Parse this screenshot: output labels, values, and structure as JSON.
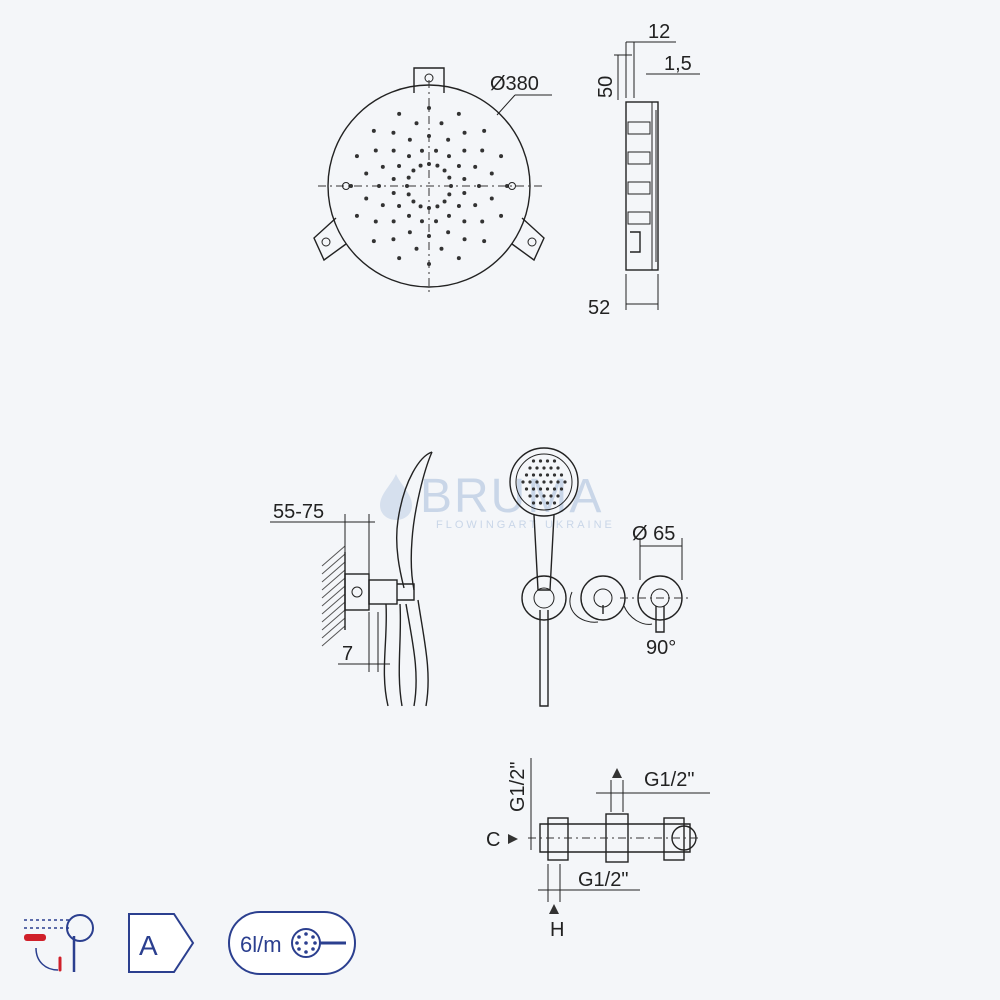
{
  "colors": {
    "background": "#f4f6f9",
    "line": "#222222",
    "badge_blue": "#2b3f8f",
    "badge_red": "#d0202a",
    "watermark": "#c9d6e8"
  },
  "watermark": {
    "brand": "BRUMA",
    "tagline": "FLOWINGART UKRAINE"
  },
  "overhead": {
    "diameter": "Ø380",
    "side_width": "12",
    "side_offset": "1,5",
    "side_height": "50",
    "depth": "52"
  },
  "holder": {
    "wall_offset": "55-75",
    "gap": "7"
  },
  "handshower": {
    "diameter": "Ø 65",
    "rotation": "90°"
  },
  "mixer": {
    "inlet_left": "G1/2\"",
    "inlet_top": "G1/2\"",
    "inlet_bottom": "G1/2\"",
    "cold_marker": "C",
    "hot_marker": "H"
  },
  "badges": {
    "energy_class": "A",
    "flow_rate": "6l/m"
  }
}
